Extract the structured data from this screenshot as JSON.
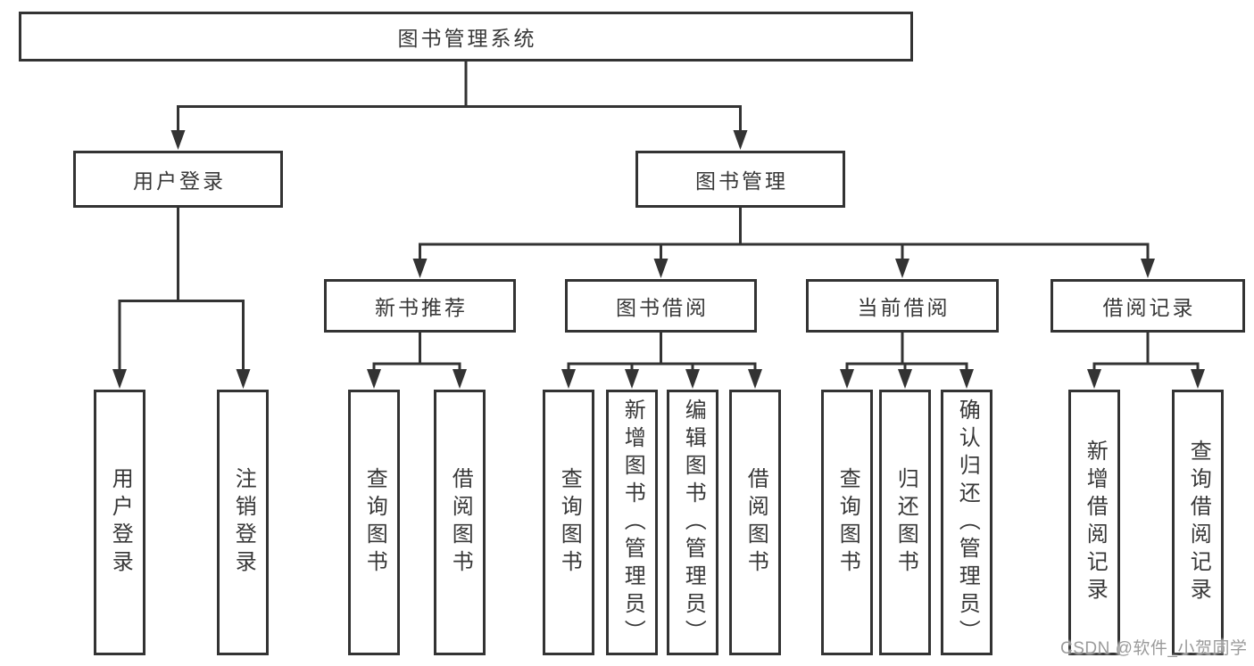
{
  "tree": {
    "label": "图书管理系统",
    "children": [
      {
        "label": "用户登录",
        "leaves": [
          {
            "label": "用户登录"
          },
          {
            "label": "注销登录"
          }
        ]
      },
      {
        "label": "图书管理",
        "children": [
          {
            "label": "新书推荐",
            "leaves": [
              {
                "label": "查询图书"
              },
              {
                "label": "借阅图书"
              }
            ]
          },
          {
            "label": "图书借阅",
            "leaves": [
              {
                "label": "查询图书"
              },
              {
                "label": "新增图书（管理员）"
              },
              {
                "label": "编辑图书（管理员）"
              },
              {
                "label": "借阅图书"
              }
            ]
          },
          {
            "label": "当前借阅",
            "leaves": [
              {
                "label": "查询图书"
              },
              {
                "label": "归还图书"
              },
              {
                "label": "确认归还（管理员）"
              }
            ]
          },
          {
            "label": "借阅记录",
            "leaves": [
              {
                "label": "新增借阅记录"
              },
              {
                "label": "查询借阅记录"
              }
            ]
          }
        ]
      }
    ]
  },
  "watermark": {
    "text": "CSDN @软件_小贺同学"
  },
  "colors": {
    "line": "#333333",
    "text": "#383838",
    "background": "#ffffff",
    "watermark": "#9b9b9b"
  }
}
